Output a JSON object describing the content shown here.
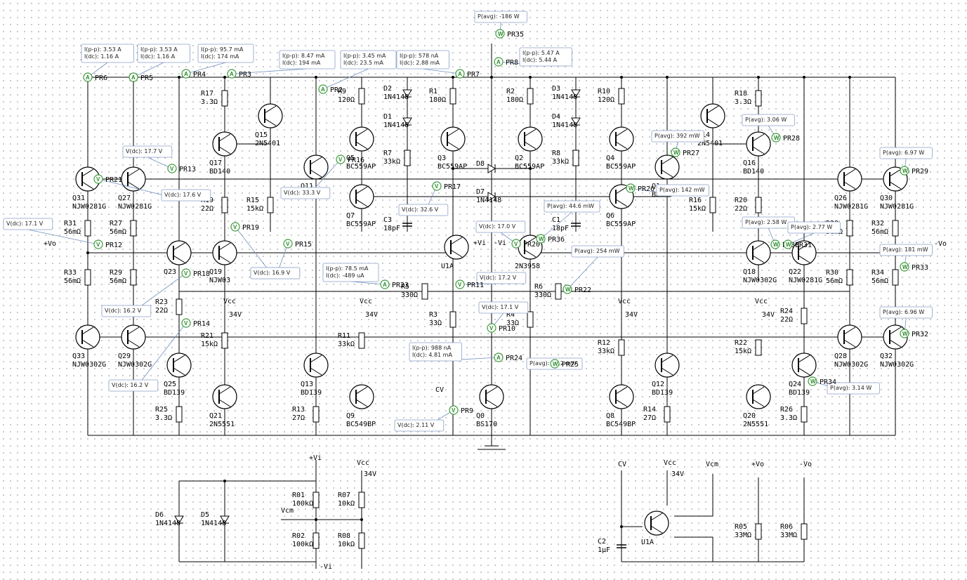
{
  "title": "",
  "rails": {
    "vcc": "Vcc",
    "vcc_val": "34V",
    "vee": "-Vi",
    "vi_pos": "+Vi",
    "vo_pos": "+Vo",
    "vo_neg": "-Vo",
    "vcm": "Vcm",
    "cv": "CV"
  },
  "components": [
    {
      "ref": "Q31",
      "val": "NJW0281G"
    },
    {
      "ref": "Q27",
      "val": "NJW0281G"
    },
    {
      "ref": "Q33",
      "val": "NJW0302G"
    },
    {
      "ref": "Q29",
      "val": "NJW0302G"
    },
    {
      "ref": "R31",
      "val": "56mΩ"
    },
    {
      "ref": "R27",
      "val": "56mΩ"
    },
    {
      "ref": "R33",
      "val": "56mΩ"
    },
    {
      "ref": "R29",
      "val": "56mΩ"
    },
    {
      "ref": "Q23",
      "val": ""
    },
    {
      "ref": "R23",
      "val": "22Ω"
    },
    {
      "ref": "Q25",
      "val": "BD139"
    },
    {
      "ref": "R25",
      "val": "3.3Ω"
    },
    {
      "ref": "R17",
      "val": "3.3Ω"
    },
    {
      "ref": "Q15",
      "val": "2N5401"
    },
    {
      "ref": "Q17",
      "val": "BD140"
    },
    {
      "ref": "R19",
      "val": "22Ω"
    },
    {
      "ref": "R15",
      "val": "15kΩ"
    },
    {
      "ref": "Q19",
      "val": "NJW03"
    },
    {
      "ref": "R21",
      "val": "15kΩ"
    },
    {
      "ref": "Q21",
      "val": "2N5551"
    },
    {
      "ref": "R9",
      "val": "120Ω"
    },
    {
      "ref": "Q5",
      "val": "BC559AP"
    },
    {
      "ref": "Q11",
      "val": "BD140"
    },
    {
      "ref": "Q7",
      "val": "BC559AP"
    },
    {
      "ref": "Q13",
      "val": "BD139"
    },
    {
      "ref": "R11",
      "val": "33kΩ"
    },
    {
      "ref": "Q9",
      "val": "BC549BP"
    },
    {
      "ref": "R13",
      "val": "27Ω"
    },
    {
      "ref": "D2",
      "val": "1N4148"
    },
    {
      "ref": "D1",
      "val": "1N4148"
    },
    {
      "ref": "R7",
      "val": "33kΩ"
    },
    {
      "ref": "C3",
      "val": "18pF"
    },
    {
      "ref": "R1",
      "val": "180Ω"
    },
    {
      "ref": "Q3",
      "val": "BC559AP"
    },
    {
      "ref": "R2",
      "val": "180Ω"
    },
    {
      "ref": "Q2",
      "val": "BC559AP"
    },
    {
      "ref": "D8",
      "val": ""
    },
    {
      "ref": "D7",
      "val": "1N4148"
    },
    {
      "ref": "U1A",
      "val": ""
    },
    {
      "ref": "R5",
      "val": "330Ω"
    },
    {
      "ref": "R6",
      "val": "330Ω"
    },
    {
      "ref": "R3",
      "val": "33Ω"
    },
    {
      "ref": "R4",
      "val": "33Ω"
    },
    {
      "ref": "Q0",
      "val": "BS170"
    },
    {
      "ref": "D3",
      "val": "1N4148"
    },
    {
      "ref": "D4",
      "val": "1N4148"
    },
    {
      "ref": "R8",
      "val": "33kΩ"
    },
    {
      "ref": "C1",
      "val": "18pF"
    },
    {
      "ref": "R10",
      "val": "120Ω"
    },
    {
      "ref": "Q4",
      "val": "BC559AP"
    },
    {
      "ref": "Q6",
      "val": "BC559AP"
    },
    {
      "ref": "Q1",
      "val": "BD140"
    },
    {
      "ref": "2N3958",
      "val": ""
    },
    {
      "ref": "R12",
      "val": "33kΩ"
    },
    {
      "ref": "Q12",
      "val": "BD139"
    },
    {
      "ref": "Q8",
      "val": "BC549BP"
    },
    {
      "ref": "R14",
      "val": "27Ω"
    },
    {
      "ref": "Q14",
      "val": "2N5401"
    },
    {
      "ref": "R18",
      "val": "3.3Ω"
    },
    {
      "ref": "Q16",
      "val": "BD140"
    },
    {
      "ref": "R16",
      "val": "15kΩ"
    },
    {
      "ref": "R20",
      "val": "22Ω"
    },
    {
      "ref": "Q18",
      "val": "NJW0302G"
    },
    {
      "ref": "Q22",
      "val": "NJW0281G"
    },
    {
      "ref": "R22",
      "val": "15kΩ"
    },
    {
      "ref": "Q20",
      "val": "2N5551"
    },
    {
      "ref": "R24",
      "val": "22Ω"
    },
    {
      "ref": "Q24",
      "val": "BD139"
    },
    {
      "ref": "R26",
      "val": "3.3Ω"
    },
    {
      "ref": "Q26",
      "val": "NJW0281G"
    },
    {
      "ref": "Q30",
      "val": "NJW0281G"
    },
    {
      "ref": "R28",
      "val": "56mΩ"
    },
    {
      "ref": "R32",
      "val": "56mΩ"
    },
    {
      "ref": "R30",
      "val": "56mΩ"
    },
    {
      "ref": "R34",
      "val": "56mΩ"
    },
    {
      "ref": "Q28",
      "val": "NJW0302G"
    },
    {
      "ref": "Q32",
      "val": "NJW0302G"
    },
    {
      "ref": "D6",
      "val": "1N4148"
    },
    {
      "ref": "D5",
      "val": "1N4148"
    },
    {
      "ref": "R01",
      "val": "100kΩ"
    },
    {
      "ref": "R02",
      "val": "100kΩ"
    },
    {
      "ref": "R07",
      "val": "10kΩ"
    },
    {
      "ref": "R08",
      "val": "10kΩ"
    },
    {
      "ref": "C2",
      "val": "1µF"
    },
    {
      "ref": "U1A",
      "val": ""
    },
    {
      "ref": "R05",
      "val": "33MΩ"
    },
    {
      "ref": "R06",
      "val": "33MΩ"
    }
  ],
  "probes": [
    {
      "id": "PR6",
      "kind": "A",
      "lines": [
        "I(p-p): 3.53 A",
        "I(dc): 1.16 A"
      ]
    },
    {
      "id": "PR5",
      "kind": "A",
      "lines": [
        "I(p-p): 3.53 A",
        "I(dc): 1.16 A"
      ]
    },
    {
      "id": "PR4",
      "kind": "A",
      "lines": [
        "I(p-p): 95.7 mA",
        "I(dc): 174 mA"
      ]
    },
    {
      "id": "PR3",
      "kind": "A",
      "lines": [
        "I(p-p): 8.47 mA",
        "I(dc): 194 mA"
      ]
    },
    {
      "id": "PR2",
      "kind": "A",
      "lines": [
        "I(p-p): 3.45 mA",
        "I(dc): 23.5 mA"
      ]
    },
    {
      "id": "PR7",
      "kind": "A",
      "lines": [
        "I(p-p): 578 nA",
        "I(dc): 2.88 mA"
      ]
    },
    {
      "id": "PR8",
      "kind": "A",
      "lines": [
        "I(p-p): 5.47 A",
        "I(dc): 5.44 A"
      ]
    },
    {
      "id": "PR35",
      "kind": "W",
      "lines": [
        "P(avg): -186 W"
      ]
    },
    {
      "id": "PR13",
      "kind": "V",
      "lines": [
        "V(dc): 17.7 V"
      ]
    },
    {
      "id": "PR21",
      "kind": "V",
      "lines": [
        "V(dc): 17.6 V"
      ]
    },
    {
      "id": "PR12",
      "kind": "V",
      "lines": [
        "V(dc): 17.1 V"
      ]
    },
    {
      "id": "PR19",
      "kind": "V",
      "lines": [
        "V(dc): 17.0 V"
      ]
    },
    {
      "id": "PR16",
      "kind": "V",
      "lines": [
        "V(dc): 33.3 V"
      ]
    },
    {
      "id": "PR15",
      "kind": "V",
      "lines": [
        "V(dc): 16.9 V"
      ]
    },
    {
      "id": "PR18",
      "kind": "V",
      "lines": [
        "V(dc): 16.2 V"
      ]
    },
    {
      "id": "PR14",
      "kind": "V",
      "lines": [
        "V(dc): 16.2 V"
      ]
    },
    {
      "id": "PR17",
      "kind": "V",
      "lines": [
        "V(dc): 32.6 V"
      ]
    },
    {
      "id": "PR20",
      "kind": "V",
      "lines": [
        "V(dc): 17.0 V"
      ]
    },
    {
      "id": "PR11",
      "kind": "V",
      "lines": [
        "V(dc): 17.2 V"
      ]
    },
    {
      "id": "PR10",
      "kind": "V",
      "lines": [
        "V(dc): 17.1 V"
      ]
    },
    {
      "id": "PR23",
      "kind": "A",
      "lines": [
        "I(p-p): 78.5 mA",
        "I(dc): -489 uA"
      ]
    },
    {
      "id": "PR24",
      "kind": "A",
      "lines": [
        "I(p-p): 988 nA",
        "I(dc): 4.81 mA"
      ]
    },
    {
      "id": "PR25",
      "kind": "W",
      "lines": [
        "P(avg): 82.2 mW"
      ]
    },
    {
      "id": "PR9",
      "kind": "V",
      "lines": [
        "V(dc): 2.11 V"
      ]
    },
    {
      "id": "PR36",
      "kind": "W",
      "lines": [
        "P(avg): 44.6 mW"
      ]
    },
    {
      "id": "PR22",
      "kind": "W",
      "lines": [
        "P(avg): 254 mW"
      ]
    },
    {
      "id": "PR27",
      "kind": "W",
      "lines": [
        "P(avg): 392 mW"
      ]
    },
    {
      "id": "PR26",
      "kind": "W",
      "lines": [
        "P(avg): 142 mW"
      ]
    },
    {
      "id": "PR28",
      "kind": "W",
      "lines": [
        "P(avg): 3.06 W"
      ]
    },
    {
      "id": "PR30",
      "kind": "W",
      "lines": [
        "P(avg): 2.58 W"
      ]
    },
    {
      "id": "PR31",
      "kind": "W",
      "lines": [
        "P(avg): 2.77 W"
      ]
    },
    {
      "id": "PR29",
      "kind": "W",
      "lines": [
        "P(avg): 6.97 W"
      ]
    },
    {
      "id": "PR33",
      "kind": "W",
      "lines": [
        "P(avg): 181 mW"
      ]
    },
    {
      "id": "PR32",
      "kind": "W",
      "lines": [
        "P(avg): 6.96 W"
      ]
    },
    {
      "id": "PR34",
      "kind": "W",
      "lines": [
        "P(avg): 3.14 W"
      ]
    }
  ],
  "colors": {
    "wire": "#000000",
    "probe": "#3a9a3a",
    "box_border": "#8aa0c8",
    "lead": "#7090c0"
  }
}
